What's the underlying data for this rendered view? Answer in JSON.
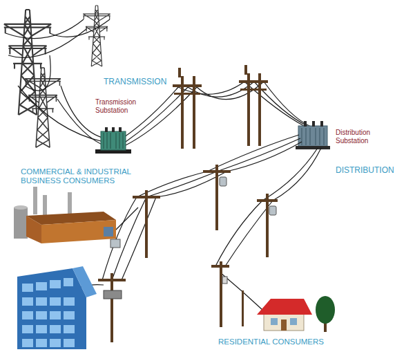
{
  "diagram": {
    "labels": [
      "TRANSMISSION",
      "Transmission Substation",
      "Distribution Substation",
      "DISTRIBUTION",
      "COMMERCIAL & INDUSTRIAL BUSINESS CONSUMERS",
      "RESIDENTIAL CONSUMERS"
    ]
  }
}
